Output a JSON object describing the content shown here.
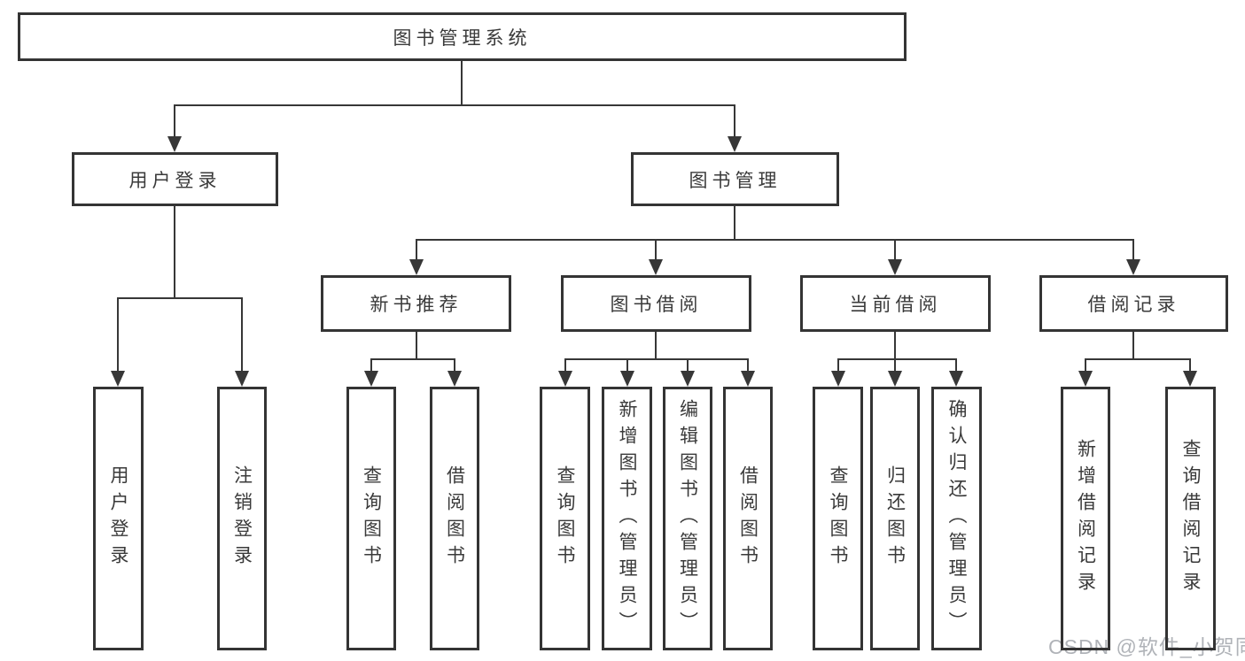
{
  "diagram_title": "图书管理系统",
  "nodes": {
    "root": {
      "label": "图书管理系统"
    },
    "user_login": {
      "label": "用户登录"
    },
    "book_manage": {
      "label": "图书管理"
    },
    "new_book_rec": {
      "label": "新书推荐"
    },
    "book_borrow": {
      "label": "图书借阅"
    },
    "current_borrow": {
      "label": "当前借阅"
    },
    "borrow_record": {
      "label": "借阅记录"
    },
    "leaf_user_login": {
      "label": "用户登录"
    },
    "leaf_logout": {
      "label": "注销登录"
    },
    "rec_query_book": {
      "label": "查询图书"
    },
    "rec_borrow_book": {
      "label": "借阅图书"
    },
    "bor_query_book": {
      "label": "查询图书"
    },
    "bor_add_book": {
      "label": "新增图书（管理员）"
    },
    "bor_edit_book": {
      "label": "编辑图书（管理员）"
    },
    "bor_borrow_book": {
      "label": "借阅图书"
    },
    "cur_query_book": {
      "label": "查询图书"
    },
    "cur_return_book": {
      "label": "归还图书"
    },
    "cur_confirm_return": {
      "label": "确认归还（管理员）"
    },
    "rcd_add_record": {
      "label": "新增借阅记录"
    },
    "rcd_query_record": {
      "label": "查询借阅记录"
    }
  },
  "watermark": {
    "text": "CSDN @软件_小贺同学"
  },
  "colors": {
    "line": "#373737",
    "border": "#343434",
    "text": "#3a3a3a",
    "watermark": "#b0b3b8",
    "background": "#ffffff"
  }
}
